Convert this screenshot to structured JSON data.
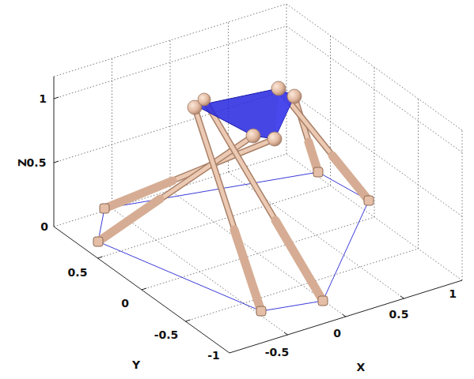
{
  "diagram": {
    "labels": [
      "1",
      "0.5",
      "0",
      "Z",
      "0.5",
      "0",
      "-0.5",
      "-1",
      "Y",
      "-0.5",
      "0",
      "0.5",
      "1",
      "X"
    ]
  }
}
